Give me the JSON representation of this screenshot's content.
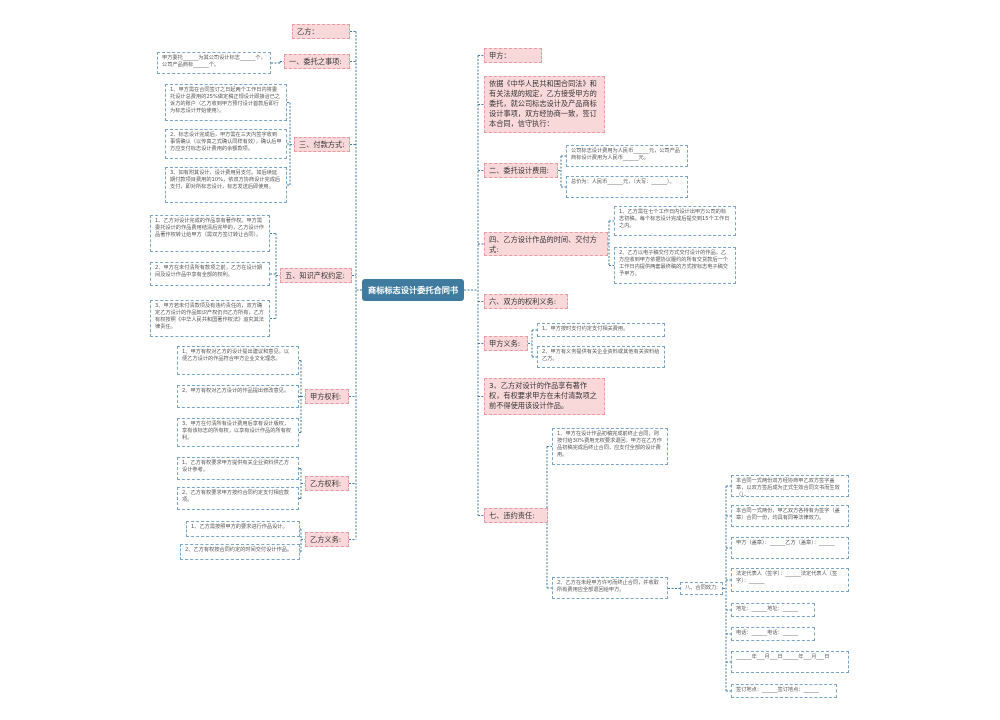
{
  "root": "商标标志设计委托合同书",
  "left": {
    "party_b": "乙方：________",
    "s1_title": "一、委托之事项:",
    "s1_text": "甲方委托______为其公司设计标志______个，公司产品商标______个。",
    "s3_title": "三、付款方式:",
    "s3_items": [
      "1、甲方需在合同签订之日起两个工作日内将委托设计总费用的25%做定稿正规设计即接洽已之诉方的账户（乙方收到甲方预付设计首款后即行为标志设计开始使用）。",
      "2、标志设计完成后，甲方需在三天内签字收到事情确认（以传真之式确认同样有效），确认后甲方应支付标志设计费用的余额款项。",
      "3、如有附其设计、设计费用另支付。如后续延期付款项目费用的10%，依双方协商设计完成后支付，即对所标志设计，标志发送后即使用。"
    ],
    "s5_title": "五、知识产权约定:",
    "s5_items": [
      "1、乙方对设计完成的作品享有著作权。甲方需委托设计的作品费用结清后完毕的，乙方设计作品著作权转让给甲方（需双方签订转让合同）。",
      "2、甲方在未付清所有款项之前，乙方在设计期间及设计作品中享有全部的权利。",
      "3、甲方若未付清款项及有违约责任的，双方确定乙方设计的作品知识产权仍归乙方所有，乙方有权按照《中华人民共和国著作权法》追究其法律责任。"
    ],
    "rights_a_title": "甲方权利:",
    "rights_a_items": [
      "1、甲方有权对乙方的设计提出建议和意见，以便乙方设计的作品符合甲方企业文化理念。",
      "2、甲方有权对乙方设计的作品提出修改意见。",
      "3、甲方在付清所有设计费用后享有设计版权，享有该标志的所有权，以享有设计作品的所有权利。"
    ],
    "rights_b_title": "乙方权利:",
    "rights_b_items": [
      "1、乙方有权要求甲方提供有关企业资料供乙方设计参考。",
      "2、乙方有权要求甲方按约合同约定支付相应款项。"
    ],
    "duty_b_title": "乙方义务:",
    "duty_b_items": [
      "1、乙方需按照甲方的要求进行作品设计。",
      "2、乙方有权按合同约定的时间交付设计作品。"
    ]
  },
  "right": {
    "party_a": "甲方：________",
    "intro": "依据《中华人民共和国合同法》和有关法规的规定，乙方接受甲方的委托，就公司标志设计及产品商标设计事项，双方经协商一致，签订本合同，信守执行：",
    "s2_title": "二、委托设计费用:",
    "s2_items": [
      "公司标志设计费用为人民币______元，公司产品商标设计费用为人民币______元。",
      "总价为：人民币______元，（大写：______）。"
    ],
    "s4_title": "四、乙方设计作品的时间、交付方式:",
    "s4_items": [
      "1、乙方需在七个工作日内设计出甲方公司的标志初稿，每个标志设计完成后提交到15个工作日之内。",
      "2、乙方以电子稿交付方式交付设计的作品，乙方应收到甲方依据协议履约的所有交货款后一个工作日内提供两套最终稿的方式按标志电子稿交予甲方。"
    ],
    "s6_title": "六、双方的权利义务:",
    "duty_a_title": "甲方义务:",
    "duty_a_items": [
      "1、甲方按时支付约定支付相关费用。",
      "2、甲方有义务提供有关企业资料或其他有关资料给乙方。"
    ],
    "s3b": "3、乙方对设计的作品享有著作权，有权要求甲方在未付清款项之前不得使用该设计作品。",
    "s7_title": "七、违约责任:",
    "s7_items": [
      "1、甲方在设计作品初稿完成前终止合同，则按付给30%费用无权要求退回，甲方在乙方作品初稿完成后终止合同，应支付全部的设计费用。",
      "2、乙方在未经甲方许可而终止合同，并收取所有费用应全部退回给甲方。"
    ],
    "s8_title": "八、合同效力:",
    "s8_items": [
      "本合同一式两份双方经协商甲乙双方签字盖章，以双方签后成为正式生效合同文书而生效（）。",
      "本合同一式两份，甲乙双方各持有为签字（盖章）合同一份，均具有同等法律效力。",
      "甲方（盖章）：______乙方（盖章）：______",
      "法定代表人（签字）：______法定代表人（签字）：______",
      "地址：______地址：______",
      "电话：______电话：______",
      "______年___月___日______年___月___日",
      "签订地点：______签订地点：______"
    ]
  },
  "colors": {
    "root": "#3f7b9f",
    "branch_fill": "#f9d8da",
    "branch_border": "#e79aa1",
    "leaf_border": "#7aa4c8",
    "link": "#3f7b9f"
  }
}
